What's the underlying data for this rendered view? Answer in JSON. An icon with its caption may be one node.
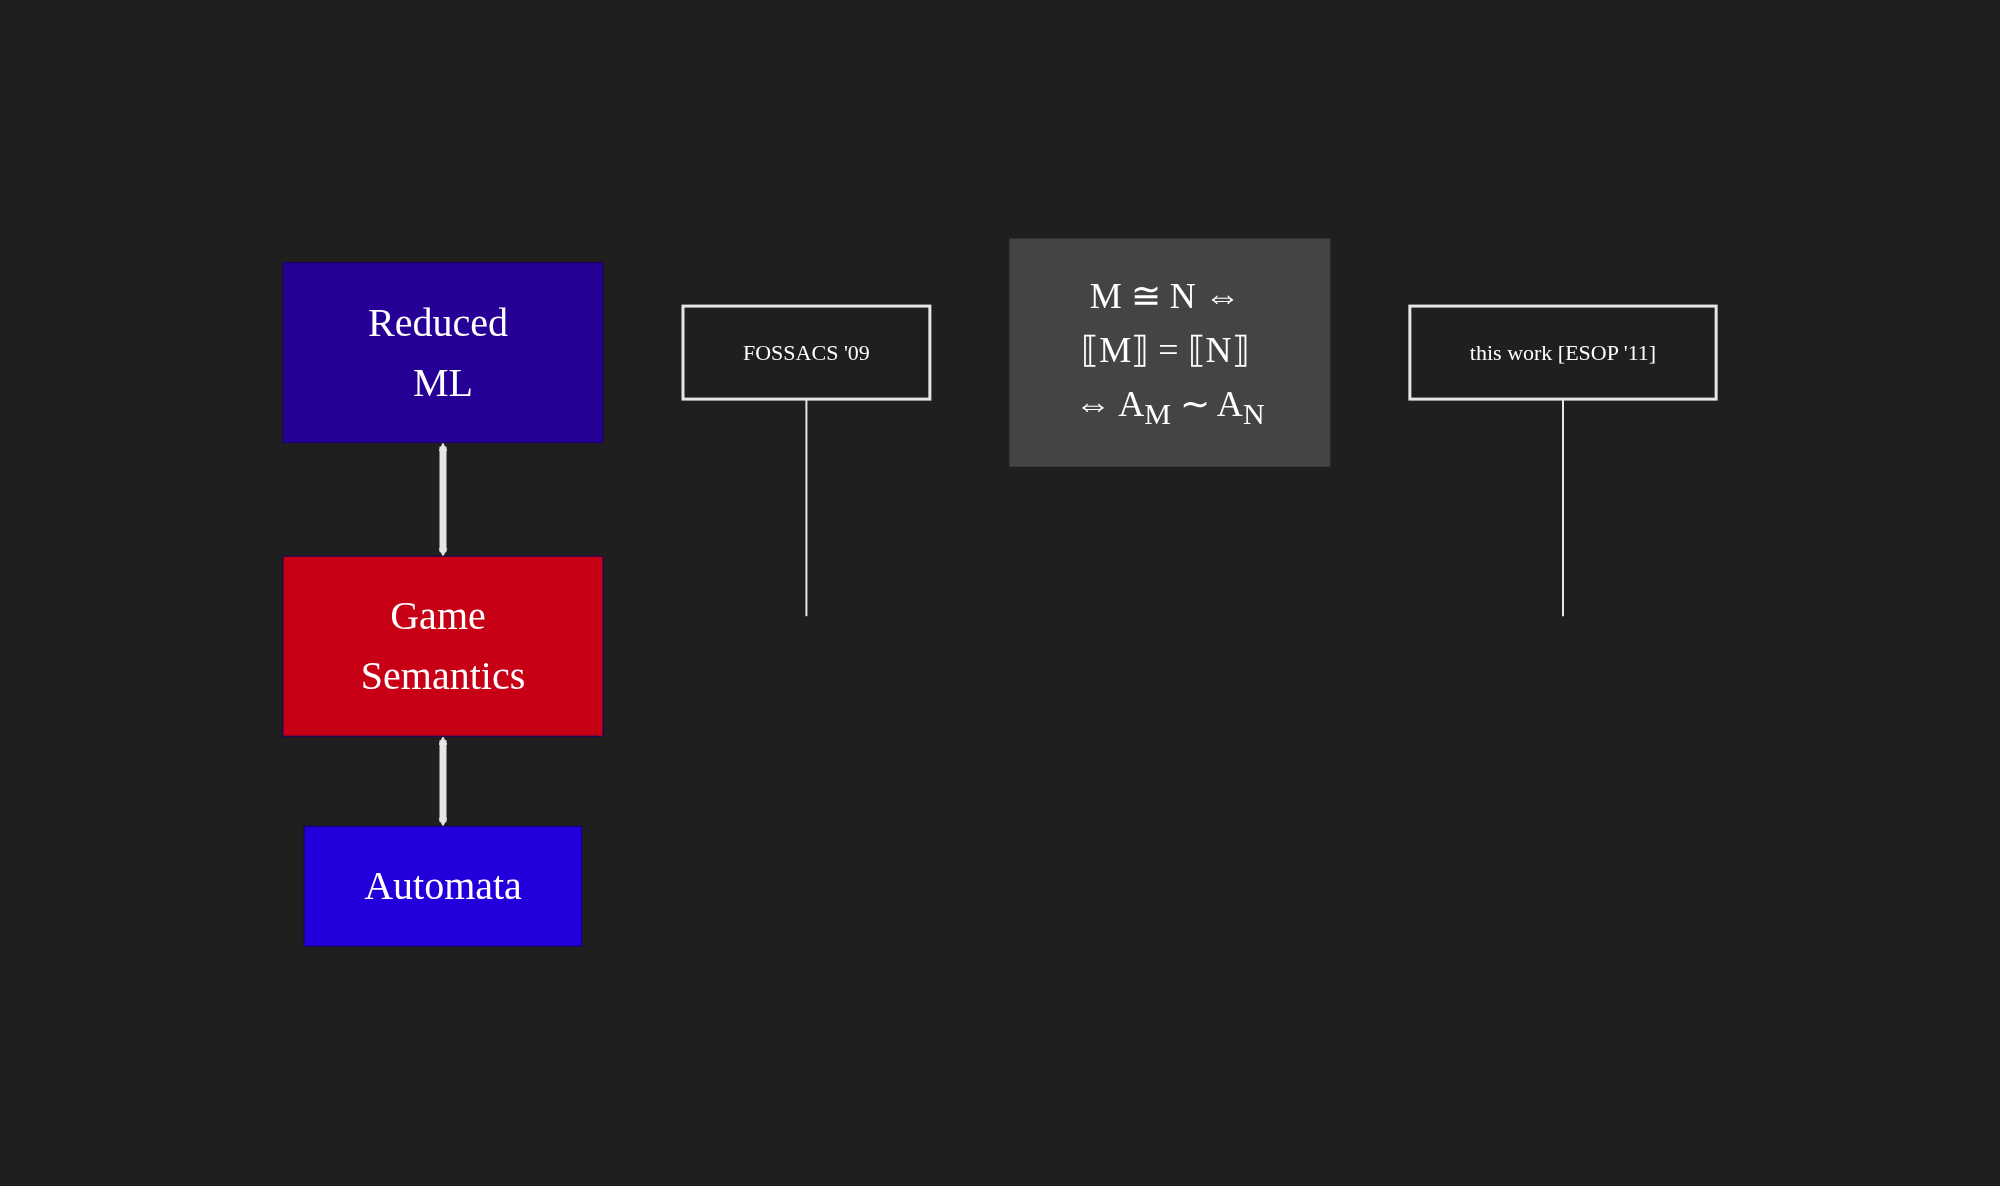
{
  "diagram": {
    "nodes": [
      {
        "text": [
          "Reduced ML"
        ]
      },
      {
        "text": [
          "FOSSACS '09"
        ]
      },
      {
        "text": [
          "M ≅ N ⇔ ⟦M⟧ = ⟦N⟧ ⇔ A$_{M}$ ∼ A$_{N}$"
        ]
      },
      {
        "text": [
          "Game Semantics"
        ]
      },
      {
        "text": [
          "Automata"
        ]
      },
      {
        "text": [
          "this work [ESOP '11]"
        ]
      }
    ],
    "edges": [
      {
        "from": 0,
        "to": 3,
        "arrow": "both",
        "style": "thick"
      },
      {
        "from": 3,
        "to": 4,
        "arrow": "both",
        "style": "thick"
      },
      {
        "from": 1,
        "to": null,
        "arrow": "none"
      },
      {
        "from": 5,
        "to": null,
        "arrow": "none"
      }
    ]
  }
}
